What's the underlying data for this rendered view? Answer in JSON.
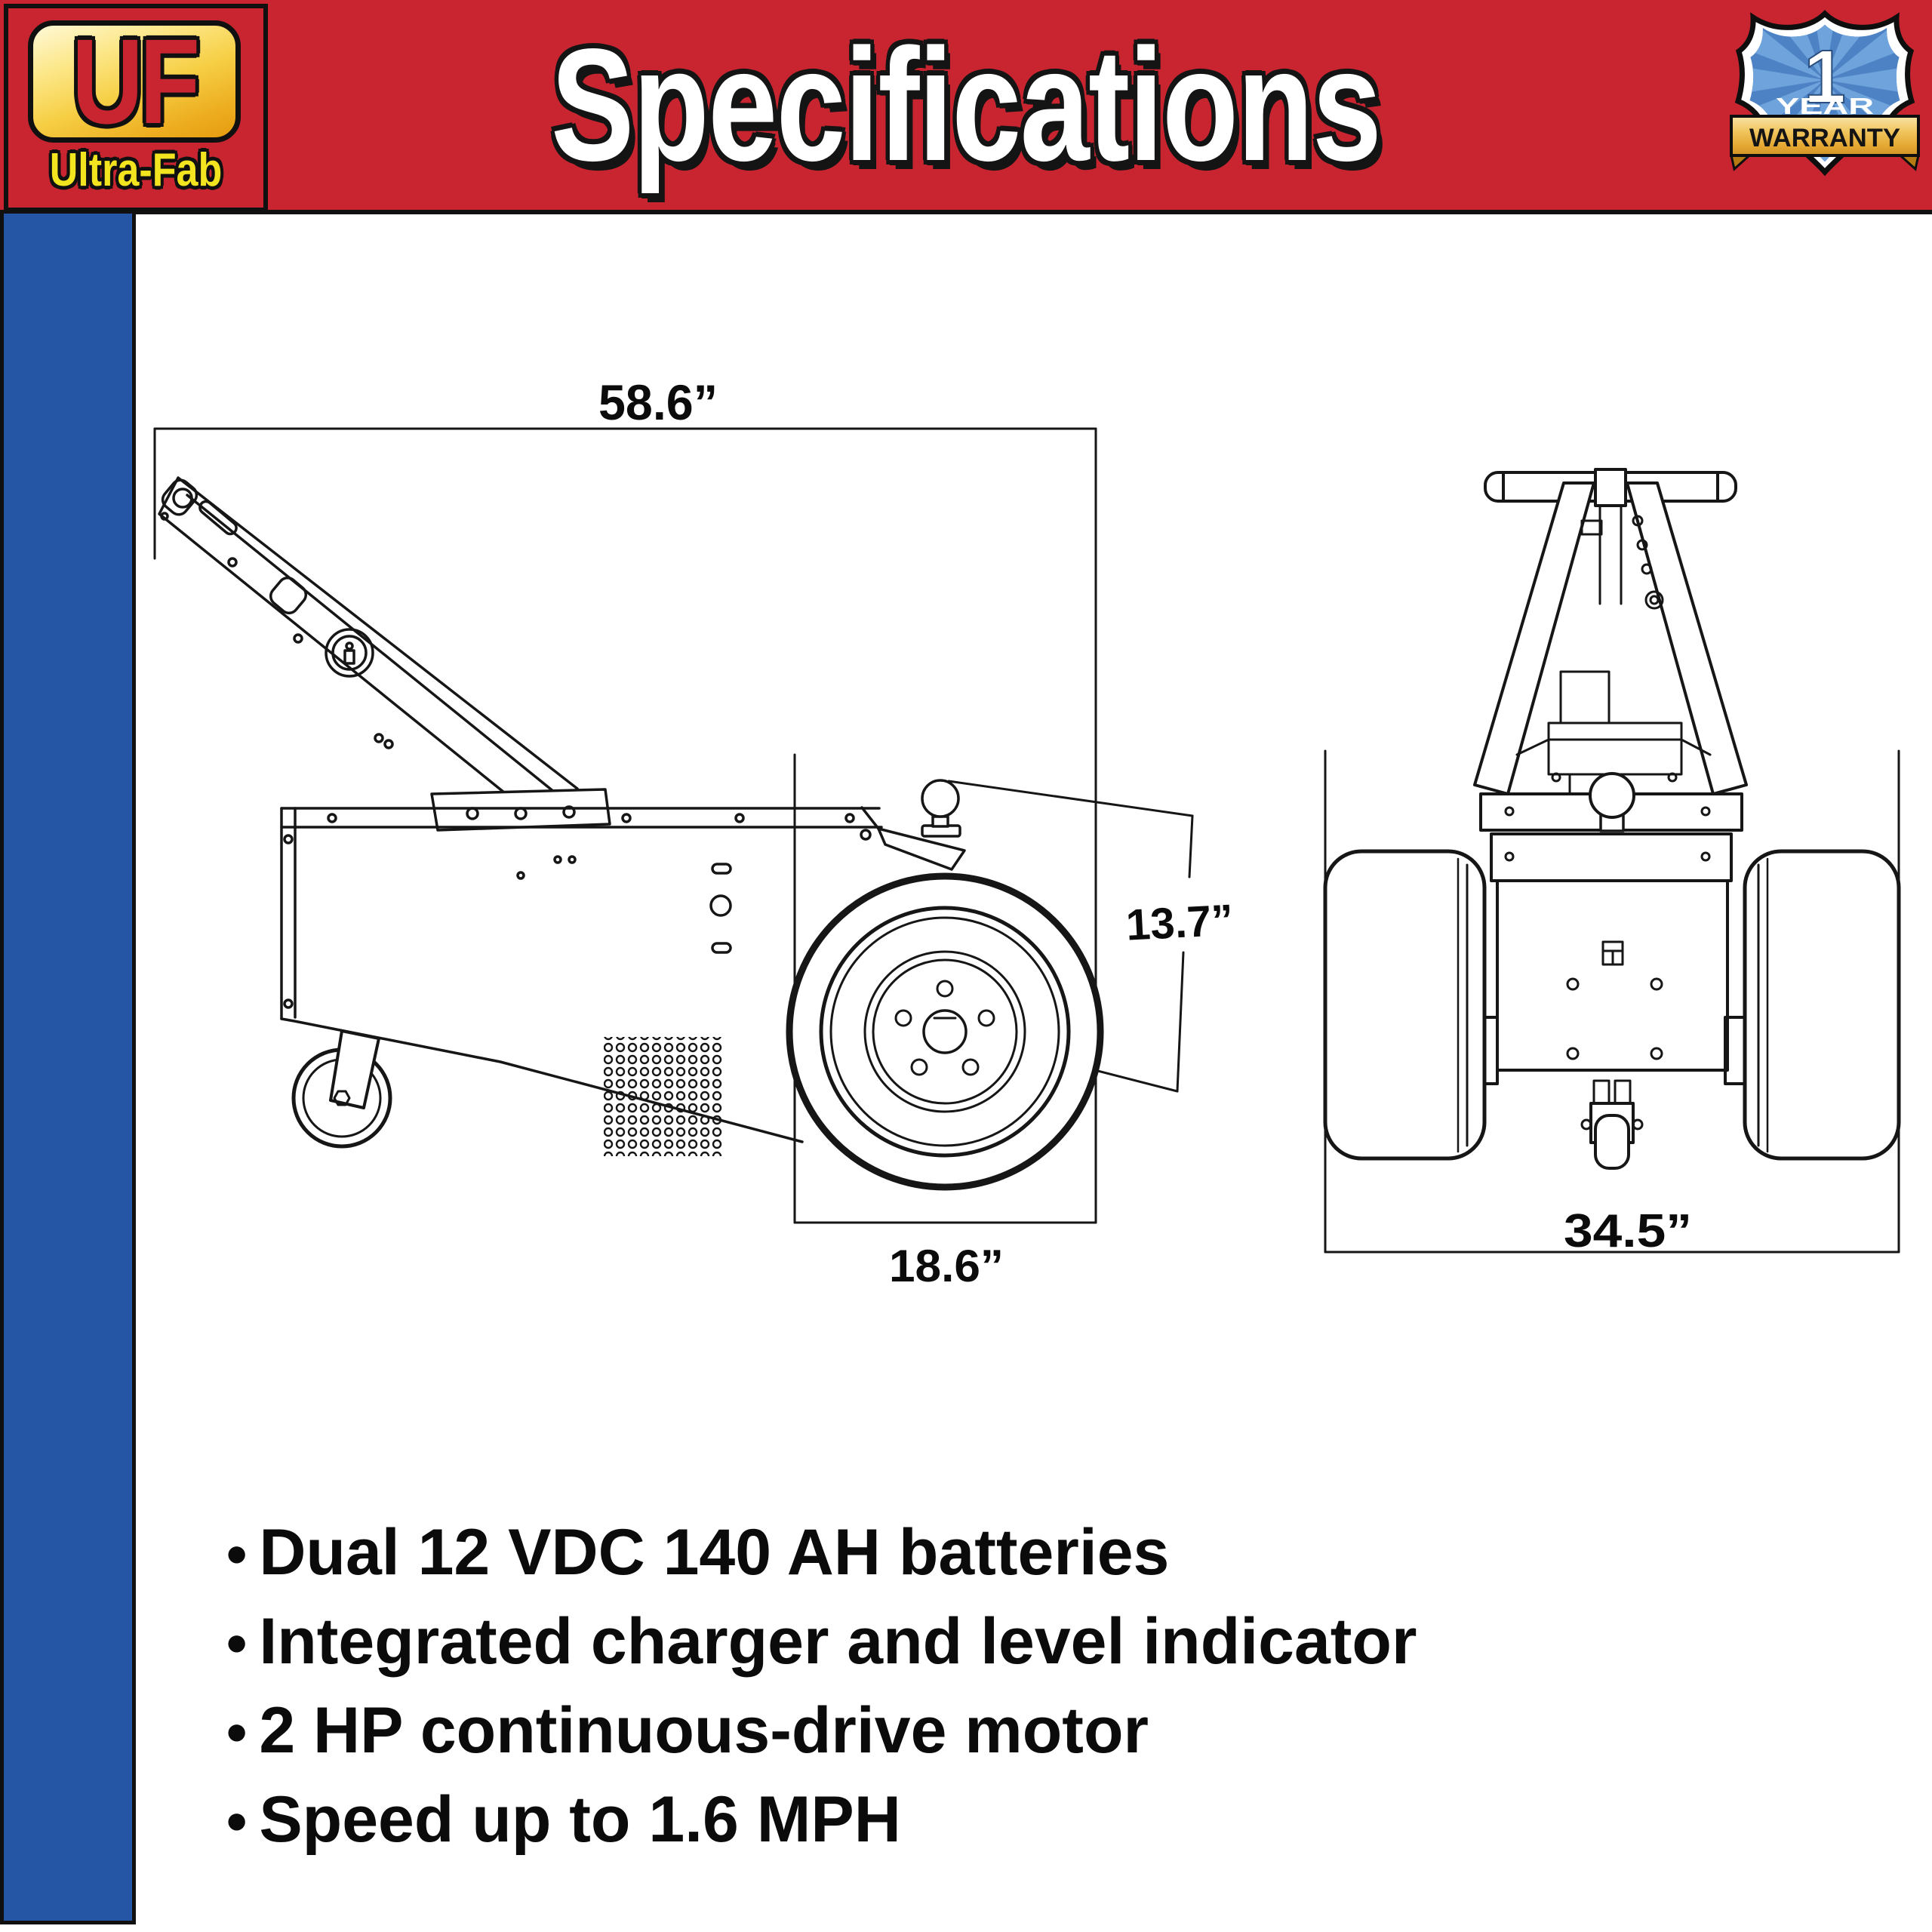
{
  "header": {
    "title": "Specifications"
  },
  "logo": {
    "initials": "UF",
    "name": "Ultra-Fab"
  },
  "warranty_badge": {
    "number": "1",
    "year_label": "YEAR",
    "warranty_label": "WARRANTY"
  },
  "colors": {
    "header_red": "#C82530",
    "stripe_blue": "#2456A5",
    "logo_gold": "#F6CF45",
    "logo_yellow": "#F2E41E",
    "shield_blue": "#4D82C4",
    "shield_ray_blue": "#6FA3DC",
    "ribbon_gold": "#E3A62F",
    "line_ink": "#161616"
  },
  "diagrams": {
    "side_view": {
      "label": "side view drawing",
      "overall_length": "58.6”",
      "hitch_height": "13.7”",
      "wheel_diameter": "18.6”"
    },
    "front_view": {
      "label": "front view drawing",
      "overall_width": "34.5”"
    }
  },
  "features": {
    "bullet_char": "•",
    "items": [
      "Dual 12 VDC 140 AH batteries",
      "Integrated charger and level indicator",
      "2 HP continuous-drive motor",
      "Speed up to 1.6 MPH"
    ]
  }
}
